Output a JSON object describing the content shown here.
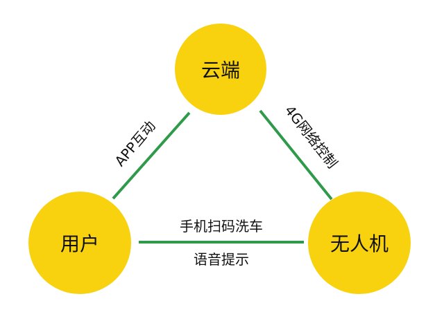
{
  "colors": {
    "node_fill": "#F8D20E",
    "edge_stroke": "#2E9A4A",
    "text": "#111111"
  },
  "nodes": {
    "cloud": {
      "label": "云端"
    },
    "user": {
      "label": "用户"
    },
    "drone": {
      "label": "无人机"
    }
  },
  "edges": {
    "user_cloud": {
      "label": "APP互动"
    },
    "cloud_drone": {
      "label": "4G网络控制"
    },
    "user_drone": {
      "label_top": "手机扫码洗车",
      "label_bottom": "语音提示"
    }
  }
}
